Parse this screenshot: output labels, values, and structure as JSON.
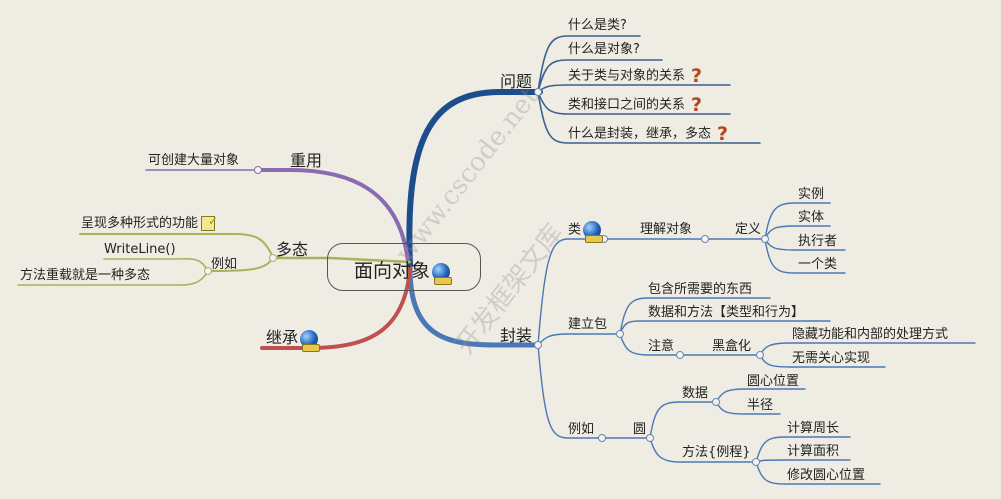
{
  "center": {
    "label": "面向对象",
    "icon": "globe-icon"
  },
  "watermark": {
    "line1": "www.cscode.net",
    "line2": "开发框架文库"
  },
  "branches": {
    "wenti": {
      "label": "问题",
      "color": "#1e4d8c",
      "children": [
        {
          "label": "什么是类?",
          "icon": ""
        },
        {
          "label": "什么是对象?",
          "icon": ""
        },
        {
          "label": "关于类与对象的关系",
          "icon": "question-icon"
        },
        {
          "label": "类和接口之间的关系",
          "icon": "question-icon"
        },
        {
          "label": "什么是封装，继承，多态",
          "icon": "question-icon"
        }
      ]
    },
    "chongyong": {
      "label": "重用",
      "color": "#8a6bb0",
      "children": [
        {
          "label": "可创建大量对象"
        }
      ]
    },
    "duotai": {
      "label": "多态",
      "color": "#a6b35a",
      "children": [
        {
          "label": "呈现多种形式的功能",
          "icon": "note-icon"
        },
        {
          "label": "例如",
          "children": [
            {
              "label": "WriteLine()"
            },
            {
              "label": "方法重载就是一种多态"
            }
          ]
        }
      ]
    },
    "jicheng": {
      "label": "继承",
      "color": "#c0504d",
      "icon": "globe-icon"
    },
    "fengzhuang": {
      "label": "封装",
      "color": "#4a78b5",
      "lei": {
        "label": "类",
        "icon": "globe-icon",
        "lijie": "理解对象",
        "dingyi": "定义",
        "defs": [
          "实例",
          "实体",
          "执行者",
          "一个类"
        ]
      },
      "jianlibao": {
        "label": "建立包",
        "items": [
          "包含所需要的东西",
          "数据和方法【类型和行为】"
        ],
        "zhuyi": "注意",
        "heihe": "黑盒化",
        "heihe_items": [
          "隐藏功能和内部的处理方式",
          "无需关心实现"
        ]
      },
      "liru": {
        "label": "例如",
        "yuan": "圆",
        "shuju": "数据",
        "shuju_items": [
          "圆心位置",
          "半径"
        ],
        "fangfa": "方法{例程}",
        "fangfa_items": [
          "计算周长",
          "计算面积",
          "修改圆心位置"
        ]
      }
    }
  }
}
